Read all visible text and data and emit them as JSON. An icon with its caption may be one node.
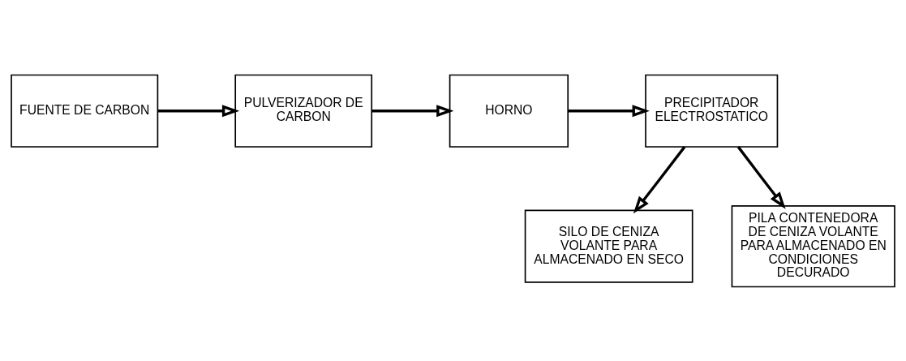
{
  "diagram": {
    "nodes": [
      {
        "text": [
          "FUENTE DE CARBON"
        ]
      },
      {
        "text": [
          "PULVERIZADOR DE CARBON"
        ]
      },
      {
        "text": [
          "HORNO"
        ]
      },
      {
        "text": [
          "PRECIPITADOR ELECTROSTATICO"
        ]
      },
      {
        "text": [
          "SILO DE CENIZA VOLANTE PARA ALMACENADO EN SECO"
        ]
      },
      {
        "text": [
          "PILA CONTENEDORA DE CENIZA VOLANTE PARA ALMACENADO EN CONDICIONES DECURADO"
        ]
      }
    ],
    "edges": [
      {
        "from": 0,
        "to": 1,
        "arrow": "to"
      },
      {
        "from": 1,
        "to": 2,
        "arrow": "to"
      },
      {
        "from": 2,
        "to": 3,
        "arrow": "to"
      },
      {
        "from": 3,
        "to": 4,
        "arrow": "to"
      },
      {
        "from": 3,
        "to": 5,
        "arrow": "to"
      }
    ]
  }
}
